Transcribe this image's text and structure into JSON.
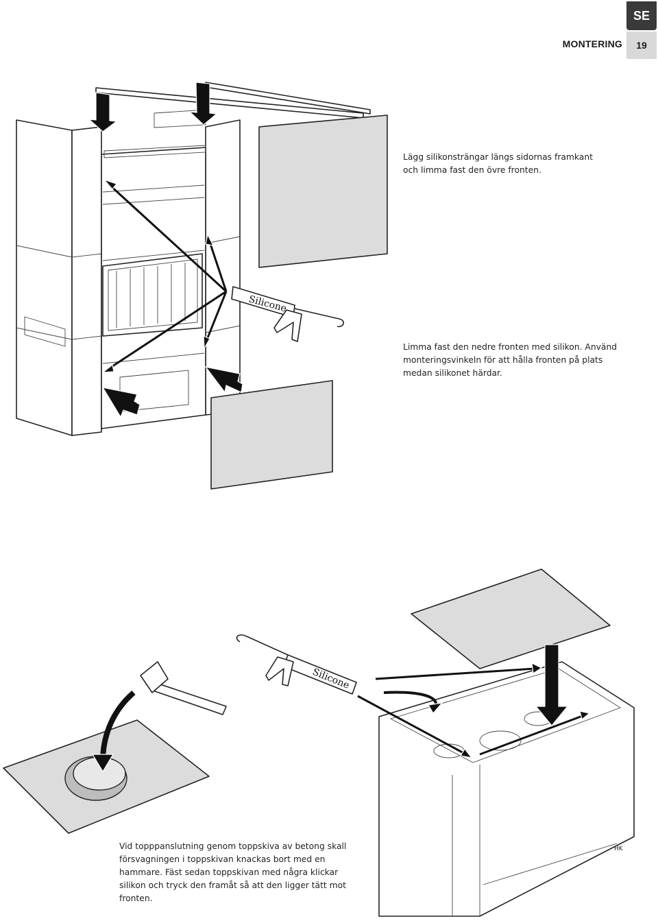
{
  "header": {
    "language_code": "SE",
    "section_title": "MONTERING",
    "page_number": "19"
  },
  "captions": {
    "step1": "Lägg silikonsträngar längs sidornas framkant\noch limma fast den övre fronten.",
    "step2": "Limma fast den nedre fronten med silikon. Använd\nmonteringsvinkeln för att hålla fronten på plats\nmedan silikonet härdar.",
    "step3": "Vid topppanslutning genom toppskiva av betong skall\nförsvagningen i toppskivan knackas bort med en\nhammare. Fäst sedan toppskivan med några klickar\nsilikon och tryck den framåt så att den ligger tätt mot\nfronten."
  },
  "illustration": {
    "cartridge_label_top": "Silicone",
    "cartridge_label_bottom": "Silicone",
    "signature": "HK"
  },
  "colors": {
    "tab_dark": "#3a3a3a",
    "tab_light": "#d9d9d9",
    "panel_fill": "#dcdcdc"
  }
}
